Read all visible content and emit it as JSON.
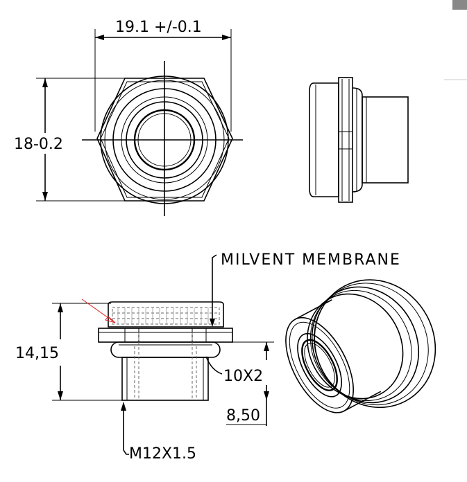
{
  "top_view": {
    "width_dim": "19.1 +/-0.1",
    "height_dim": "18-0.2"
  },
  "section_view": {
    "membrane_note": "MILVENT MEMBRANE",
    "height_dim": "14,15",
    "oring_note": "10X2",
    "thread_length_dim": "8,50",
    "thread_note": "M12X1.5"
  }
}
